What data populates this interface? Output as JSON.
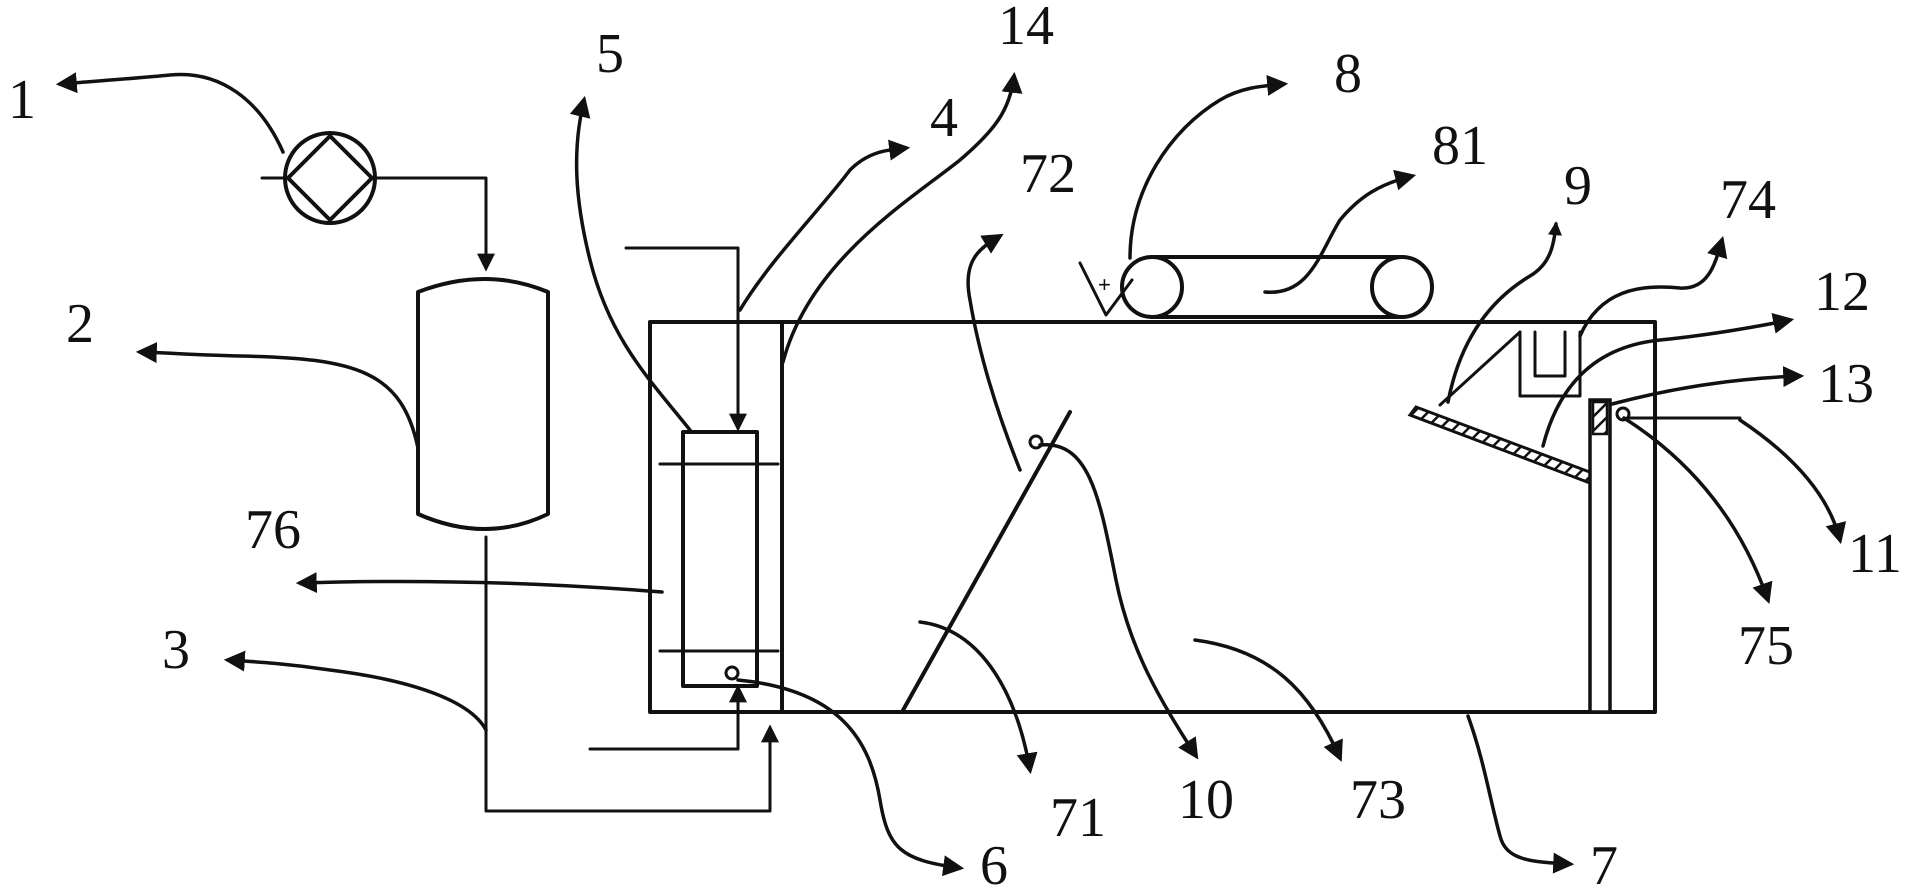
{
  "colors": {
    "ink": "#111111",
    "background": "#ffffff"
  },
  "labels": {
    "l1": "1",
    "l2": "2",
    "l3": "3",
    "l4": "4",
    "l5": "5",
    "l6": "6",
    "l7": "7",
    "l8": "8",
    "l9": "9",
    "l10": "10",
    "l11": "11",
    "l12": "12",
    "l13": "13",
    "l14": "14",
    "l71": "71",
    "l72": "72",
    "l73": "73",
    "l74": "74",
    "l75": "75",
    "l76": "76",
    "l81": "81"
  },
  "components": {
    "pump_symbol": "pump-icon",
    "tank_symbol": "cylinder-tank-icon",
    "conveyor_symbol": "belt-conveyor-icon",
    "pivot_symbol": "hinge-pivot-icon"
  }
}
